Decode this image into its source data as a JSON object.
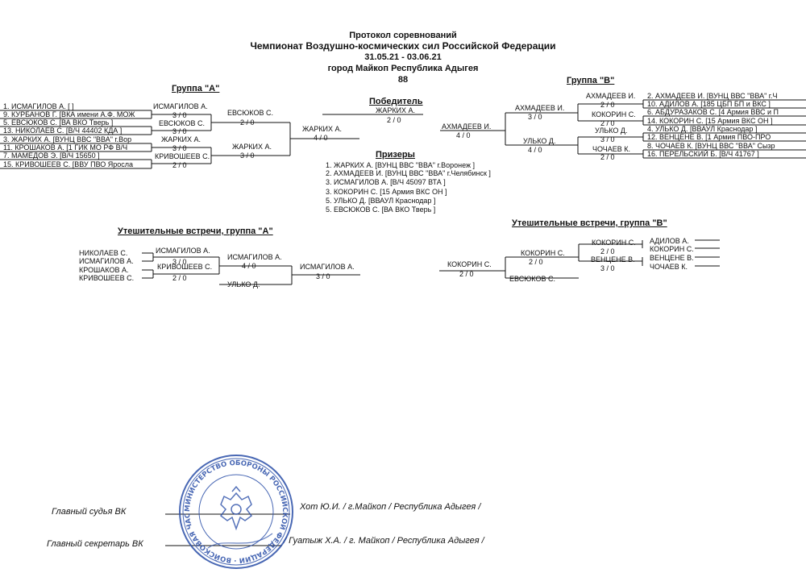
{
  "header": {
    "l1": "Протокол соревнований",
    "l2": "Чемпионат Воздушно-космических сил Российской Федерации",
    "l3": "31.05.21 - 03.06.21",
    "l4": "город Майкоп Республика Адыгея",
    "l5": "88"
  },
  "sections": {
    "groupA": "Группа  \"А\"",
    "groupB": "Группа  \"В\"",
    "winner": "Победитель",
    "prizes": "Призеры",
    "consA": "Утешительные встречи, группа \"А\"",
    "consB": "Утешительные встречи, группа \"В\""
  },
  "groupA": {
    "entries": [
      "1. ИСМАГИЛОВ А.  [  ]",
      "9. КУРБАНОВ Г.  [ВКА имени А.Ф. МОЖ",
      "5. ЕВСЮКОВ С.  [ВА ВКО Тверь  ]",
      "13. НИКОЛАЕВ С.  [В/Ч 44402 КДА  ]",
      "3. ЖАРКИХ А.  [ВУНЦ ВВС \"ВВА\" г.Вор",
      "11. КРОШАКОВ А.  [1 ГИК МО РФ В/Ч",
      "7. МАМЕДОВ Э.  [В/Ч 15650  ]",
      "15. КРИВОШЕЕВ С.  [ВВУ ПВО Яросла"
    ],
    "r1": [
      {
        "name": "ИСМАГИЛОВ А.",
        "score": "3 / 0"
      },
      {
        "name": "ЕВСЮКОВ С.",
        "score": "3 / 0"
      },
      {
        "name": "ЖАРКИХ А.",
        "score": "3 / 0"
      },
      {
        "name": "КРИВОШЕЕВ С.",
        "score": "2 / 0"
      }
    ],
    "r2": [
      {
        "name": "ЕВСЮКОВ С.",
        "score": "2 / 0"
      },
      {
        "name": "ЖАРКИХ А.",
        "score": "3 / 0"
      }
    ],
    "final": {
      "name": "ЖАРКИХ А.",
      "score": "4 / 0"
    }
  },
  "groupB": {
    "entries": [
      "2. АХМАДЕЕВ И.  [ВУНЦ ВВС \"ВВА\" г.Ч",
      "10. АДИЛОВ А.  [185 ЦБП БП и ВКС  ]",
      "6. АБДУРАЗАКОВ С.  [4 Армия ВВС и П",
      "14. КОКОРИН С.  [15 Армия ВКС ОН  ]",
      "4. УЛЬКО Д.  [ВВАУЛ Краснодар  ]",
      "12. ВЕНЦЕНЕ В.  [1 Армия ПВО-ПРО",
      "8. ЧОЧАЕВ К.  [ВУНЦ ВВС \"ВВА\" Сызр",
      "16. ПЕРЕЛЬСКИЙ Б.  [В/Ч 41767  ]"
    ],
    "r1": [
      {
        "name": "АХМАДЕЕВ И.",
        "score": "2 / 0"
      },
      {
        "name": "КОКОРИН С.",
        "score": "2 / 0"
      },
      {
        "name": "УЛЬКО Д.",
        "score": "3 / 0"
      },
      {
        "name": "ЧОЧАЕВ К.",
        "score": "2 / 0"
      }
    ],
    "r2": [
      {
        "name": "АХМАДЕЕВ И.",
        "score": "3 / 0"
      },
      {
        "name": "УЛЬКО Д.",
        "score": "4 / 0"
      }
    ],
    "final": {
      "name": "АХМАДЕЕВ И.",
      "score": "4 / 0"
    }
  },
  "winner": {
    "name": "ЖАРКИХ А.",
    "score": "2 / 0"
  },
  "prizes": [
    "1. ЖАРКИХ А.      [ВУНЦ ВВС \"ВВА\" г.Воронеж  ]",
    "2. АХМАДЕЕВ И.    [ВУНЦ ВВС \"ВВА\" г.Челябинск  ]",
    "3. ИСМАГИЛОВ А.    [В/Ч 45097 ВТА  ]",
    "3. КОКОРИН С.    [15 Армия ВКС ОН  ]",
    "5. УЛЬКО Д.      [ВВАУЛ Краснодар  ]",
    "5. ЕВСЮКОВ С.     [ВА ВКО Тверь  ]"
  ],
  "consA": {
    "entries": [
      "НИКОЛАЕВ С.",
      "ИСМАГИЛОВ А.",
      "КРОШАКОВ А.",
      "КРИВОШЕЕВ С."
    ],
    "r1": [
      {
        "name": "ИСМАГИЛОВ А.",
        "score": "3 / 0"
      },
      {
        "name": "КРИВОШЕЕВ С.",
        "score": "2 / 0"
      }
    ],
    "r2": {
      "name": "ИСМАГИЛОВ А.",
      "score": "4 / 0"
    },
    "bye": "УЛЬКО Д.",
    "final": {
      "name": "ИСМАГИЛОВ А.",
      "score": "3 / 0"
    }
  },
  "consB": {
    "entries": [
      "АДИЛОВ А.",
      "КОКОРИН С.",
      "ВЕНЦЕНЕ В.",
      "ЧОЧАЕВ К."
    ],
    "r1": [
      {
        "name": "КОКОРИН С.",
        "score": "2 / 0"
      },
      {
        "name": "ВЕНЦЕНЕ В.",
        "score": "3 / 0"
      }
    ],
    "r2": {
      "name": "КОКОРИН С.",
      "score": "2 / 0"
    },
    "bye": "ЕВСЮКОВ С.",
    "final": {
      "name": "КОКОРИН С.",
      "score": "2 / 0"
    }
  },
  "signatures": {
    "judge_label": "Главный судья ВК",
    "judge_value": "Хот Ю.И. / г.Майкоп /  Республика Адыгея /",
    "secretary_label": "Главный секретарь ВК",
    "secretary_value": "/ Гуатыж Х.А. / г. Майкоп /  Республика Адыгея /",
    "seal_text": "МИНИСТЕРСТВО ОБОРОНЫ РОССИЙСКОЙ ФЕДЕРАЦИИ · ВОЙСКОВАЯ ЧАСТЬ 67995"
  },
  "colors": {
    "ink": "#111111",
    "seal": "#2a4ea8"
  }
}
